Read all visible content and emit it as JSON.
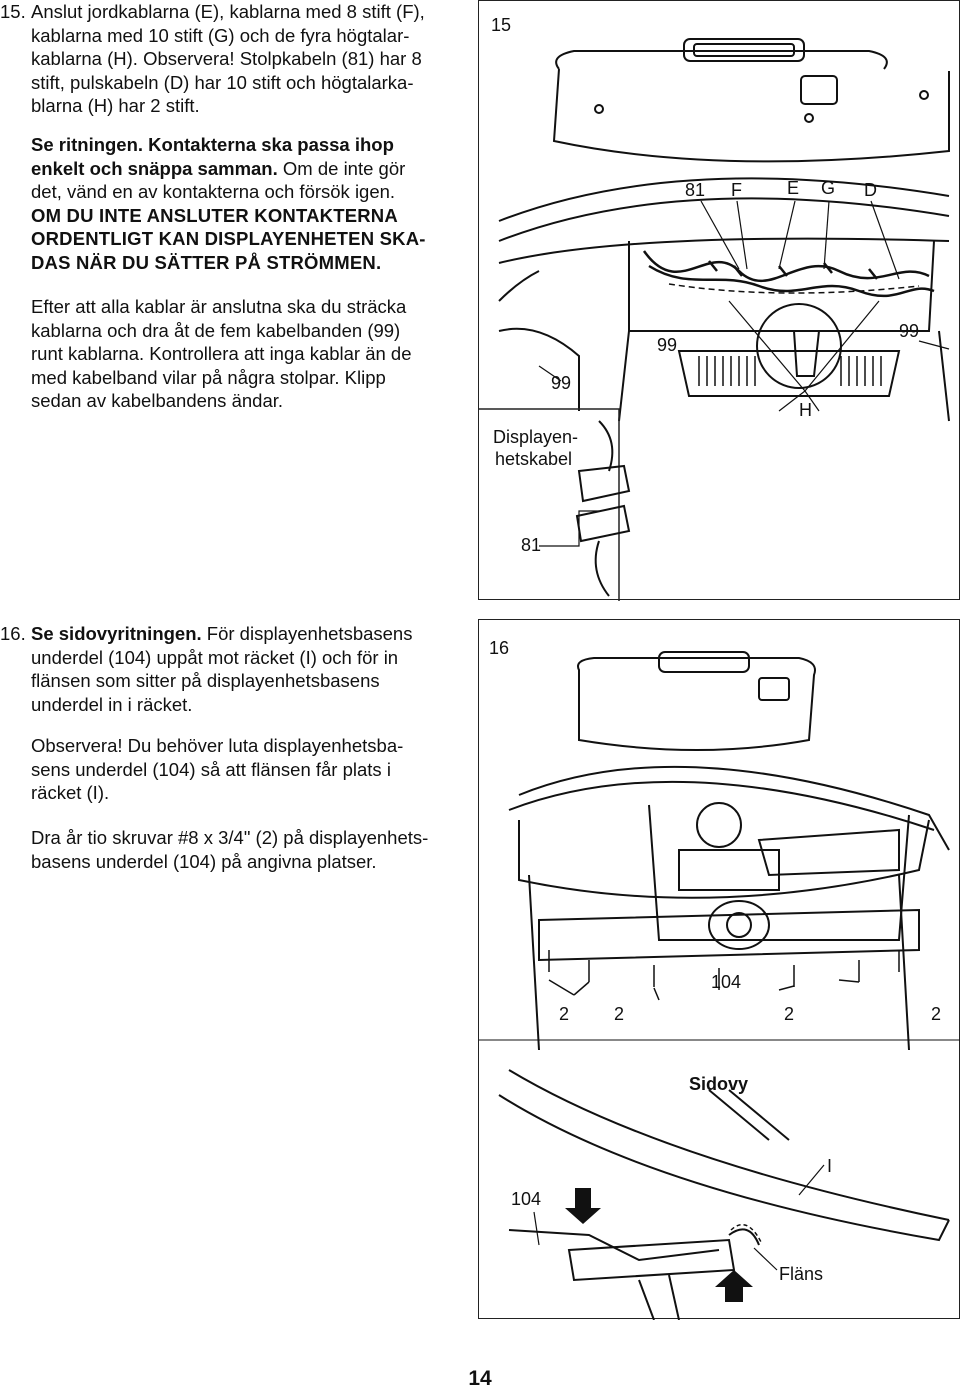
{
  "step15": {
    "number": "15.",
    "intro_lines": [
      "Anslut jordkablarna (E), kablarna med 8 stift (F),",
      "kablarna med 10 stift (G) och de fyra högtalar-",
      "kablarna (H). Observera! Stolpkabeln (81) har 8",
      "stift, pulskabeln (D) har 10 stift och högtalarka-",
      "blarna (H) har 2 stift."
    ],
    "see_bold_1": "Se ritningen. Kontakterna ska passa ihop",
    "see_bold_2": "enkelt och snäppa samman.",
    "see_rest_2": " Om de inte gör",
    "see_line_3": "det, vänd en av kontakterna och försök igen.",
    "warning_lines": [
      "OM DU INTE ANSLUTER KONTAKTERNA",
      "ORDENTLIGT KAN DISPLAYENHETEN SKA-",
      "DAS NÄR DU SÄTTER PÅ STRÖMMEN."
    ],
    "tie_lines": [
      "Efter att alla kablar är anslutna ska du sträcka",
      "kablarna och dra åt de fem kabelbanden (99)",
      "runt kablarna. Kontrollera att inga kablar än de",
      "med kabelband vilar på några stolpar. Klipp",
      "sedan av kabelbandens ändar."
    ],
    "figure": {
      "number": "15",
      "callouts": {
        "c81_top": "81",
        "F": "F",
        "E": "E",
        "G": "G",
        "D": "D",
        "c99_left": "99",
        "c99_mid": "99",
        "c99_right": "99",
        "H": "H",
        "display_cable_1": "Displayen-",
        "display_cable_2": "hetskabel",
        "c81_bottom": "81"
      }
    }
  },
  "step16": {
    "number": "16.",
    "bold_lead": "Se sidovyritningen.",
    "line1_rest": " För displayenhetsbasens",
    "lines": [
      "underdel (104) uppåt mot räcket (I) och för in",
      "flänsen som sitter på displayenhetsbasens",
      "underdel in i räcket."
    ],
    "note_lines": [
      "Observera! Du behöver luta displayenhetsba-",
      "sens underdel (104) så att flänsen får plats i",
      "räcket (I)."
    ],
    "screw_lines": [
      "Dra år tio skruvar #8 x 3/4\" (2) på displayenhets-",
      "basens underdel (104) på angivna platser."
    ],
    "figure": {
      "number": "16",
      "callouts": {
        "c104_top": "104",
        "c2_a": "2",
        "c2_b": "2",
        "c2_c": "2",
        "c2_d": "2",
        "side_view": "Sidovy",
        "I": "I",
        "c104_side": "104",
        "flange": "Fläns"
      }
    }
  },
  "page_number": "14"
}
